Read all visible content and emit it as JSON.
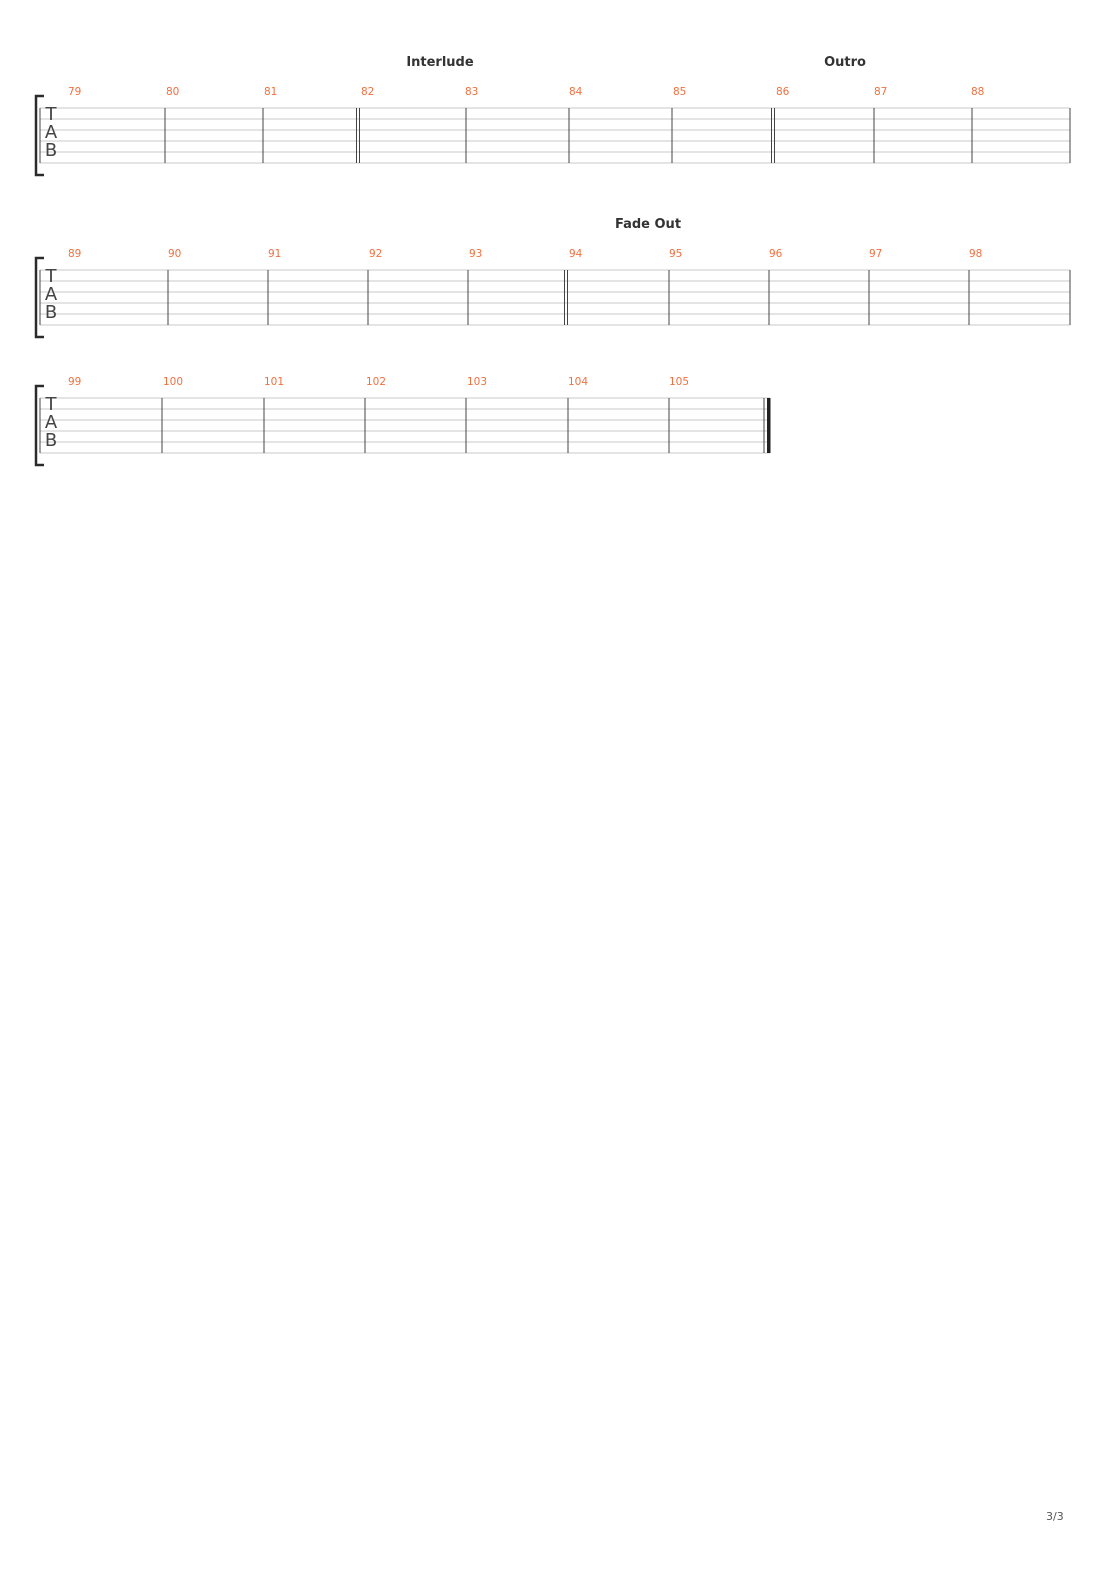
{
  "colors": {
    "measure_number": "#f07040",
    "staff_line": "#c8c8c8",
    "barline": "#444444",
    "section_label": "#333333",
    "bracket": "#2b2b2b"
  },
  "clef": [
    "T",
    "A",
    "B"
  ],
  "systems": [
    {
      "sections": [
        "Interlude",
        "Outro"
      ],
      "measures": [
        "79",
        "80",
        "81",
        "82",
        "83",
        "84",
        "85",
        "86",
        "87",
        "88"
      ]
    },
    {
      "sections": [
        "Fade Out"
      ],
      "measures": [
        "89",
        "90",
        "91",
        "92",
        "93",
        "94",
        "95",
        "96",
        "97",
        "98"
      ]
    },
    {
      "sections": [],
      "measures": [
        "99",
        "100",
        "101",
        "102",
        "103",
        "104",
        "105"
      ]
    }
  ],
  "page_number": "3/3"
}
